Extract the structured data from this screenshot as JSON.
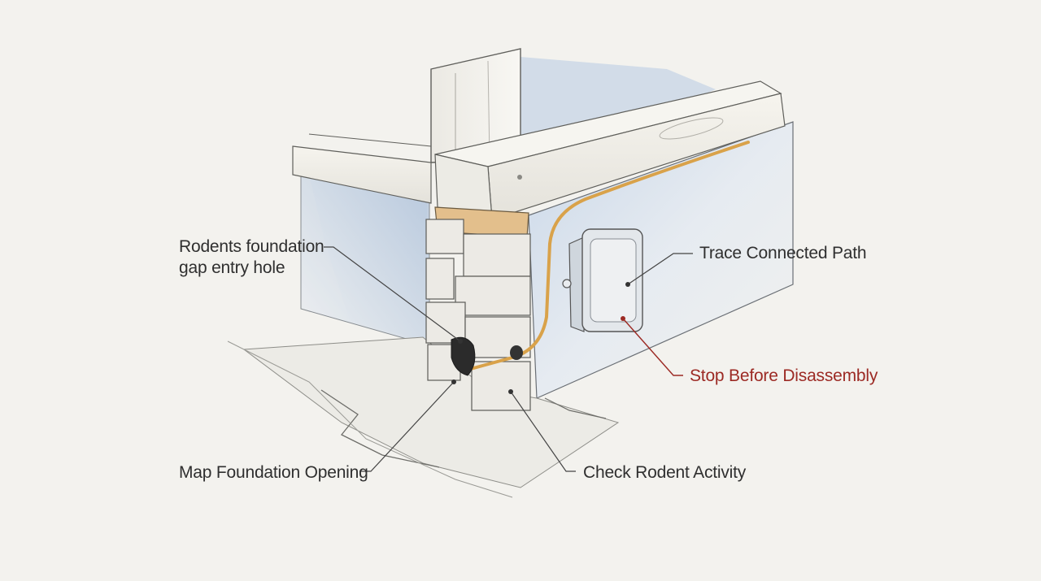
{
  "labels": {
    "rodent_entry_line1": "Rodents foundation",
    "rodent_entry_line2": "gap entry hole",
    "trace_path": "Trace Connected Path",
    "stop_disassembly": "Stop Before Disassembly",
    "map_opening": "Map Foundation Opening",
    "check_activity": "Check Rodent Activity"
  },
  "colors": {
    "background": "#f3f2ee",
    "ink": "#2f2f2f",
    "warning": "#9c2a24",
    "cable": "#d9a24a",
    "shadow_blue": "#b9cbe0"
  }
}
